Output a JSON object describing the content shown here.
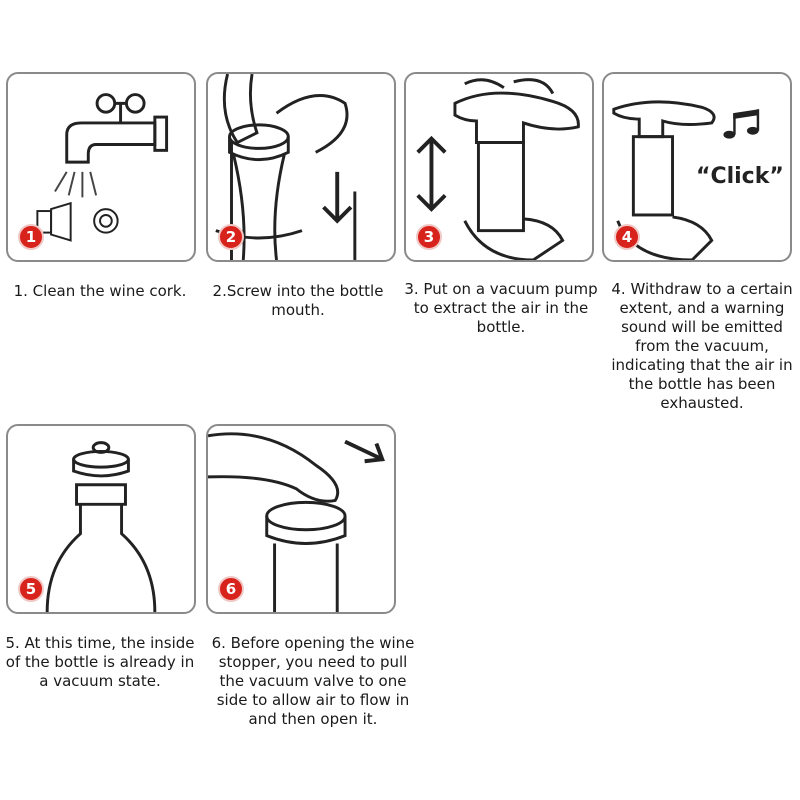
{
  "steps": [
    {
      "number": "1",
      "caption": "1. Clean the wine cork."
    },
    {
      "number": "2",
      "caption": "2.Screw into the bottle mouth."
    },
    {
      "number": "3",
      "caption": "3. Put on a vacuum pump to extract the air in the bottle."
    },
    {
      "number": "4",
      "caption": "4. Withdraw to a certain extent, and a warning sound will be emitted from the vacuum, indicating that the air in the bottle has been exhausted."
    },
    {
      "number": "5",
      "caption": "5. At this time, the inside of the bottle is already in a vacuum state."
    },
    {
      "number": "6",
      "caption": "6. Before opening the wine stopper, you need to pull the vacuum valve to one side to allow air to flow in and then open it."
    }
  ],
  "sound_label": "“Click”",
  "colors": {
    "badge": "#d8231d",
    "border": "#8a8a8a",
    "line": "#222222"
  },
  "icons": [
    "faucet-icon",
    "down-arrow-icon",
    "up-down-arrow-icon",
    "music-notes-icon",
    "right-arrow-icon"
  ]
}
